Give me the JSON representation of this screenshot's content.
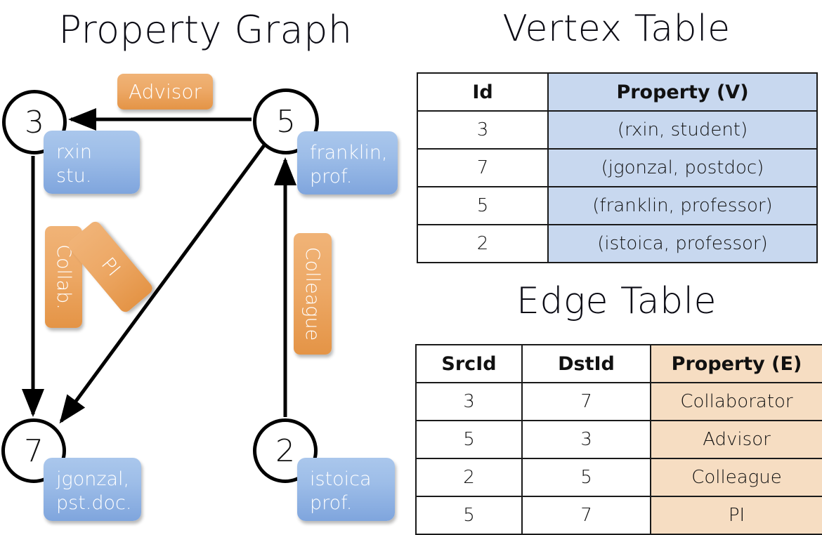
{
  "titles": {
    "property_graph": "Property Graph",
    "vertex_table": "Vertex Table",
    "edge_table": "Edge Table"
  },
  "graph": {
    "nodes": [
      {
        "id": "3",
        "property_label": "rxin\nstu."
      },
      {
        "id": "5",
        "property_label": "franklin,\nprof."
      },
      {
        "id": "7",
        "property_label": "jgonzal,\npst.doc."
      },
      {
        "id": "2",
        "property_label": "istoica\nprof."
      }
    ],
    "node_3_id": "3",
    "node_5_id": "5",
    "node_7_id": "7",
    "node_2_id": "2",
    "prop_rxin_line1": "rxin",
    "prop_rxin_line2": "stu.",
    "prop_franklin_line1": "franklin,",
    "prop_franklin_line2": "prof.",
    "prop_jgonzal_line1": "jgonzal,",
    "prop_jgonzal_line2": "pst.doc.",
    "prop_istoica_line1": "istoica",
    "prop_istoica_line2": "prof.",
    "edge_labels": {
      "advisor": "Advisor",
      "collab": "Collab.",
      "pi": "PI",
      "colleague": "Colleague"
    },
    "edges": [
      {
        "from": "5",
        "to": "3",
        "label": "Advisor"
      },
      {
        "from": "3",
        "to": "7",
        "label": "Collab."
      },
      {
        "from": "5",
        "to": "7",
        "label": "PI"
      },
      {
        "from": "2",
        "to": "5",
        "label": "Colleague"
      }
    ]
  },
  "vertex_table": {
    "headers": [
      "Id",
      "Property (V)"
    ],
    "rows": [
      {
        "id": "3",
        "property": "(rxin, student)"
      },
      {
        "id": "7",
        "property": "(jgonzal, postdoc)"
      },
      {
        "id": "5",
        "property": "(franklin, professor)"
      },
      {
        "id": "2",
        "property": "(istoica, professor)"
      }
    ]
  },
  "edge_table": {
    "headers": [
      "SrcId",
      "DstId",
      "Property (E)"
    ],
    "rows": [
      {
        "src": "3",
        "dst": "7",
        "property": "Collaborator"
      },
      {
        "src": "5",
        "dst": "3",
        "property": "Advisor"
      },
      {
        "src": "2",
        "dst": "5",
        "property": "Colleague"
      },
      {
        "src": "5",
        "dst": "7",
        "property": "PI"
      }
    ]
  },
  "colors": {
    "vertex_property_fill": "#c8d8ef",
    "edge_property_fill": "#f6ddc2",
    "node_callout_blue": "#9dbde8",
    "edge_label_orange": "#eda967",
    "stroke": "#000000",
    "background": "#ffffff"
  }
}
